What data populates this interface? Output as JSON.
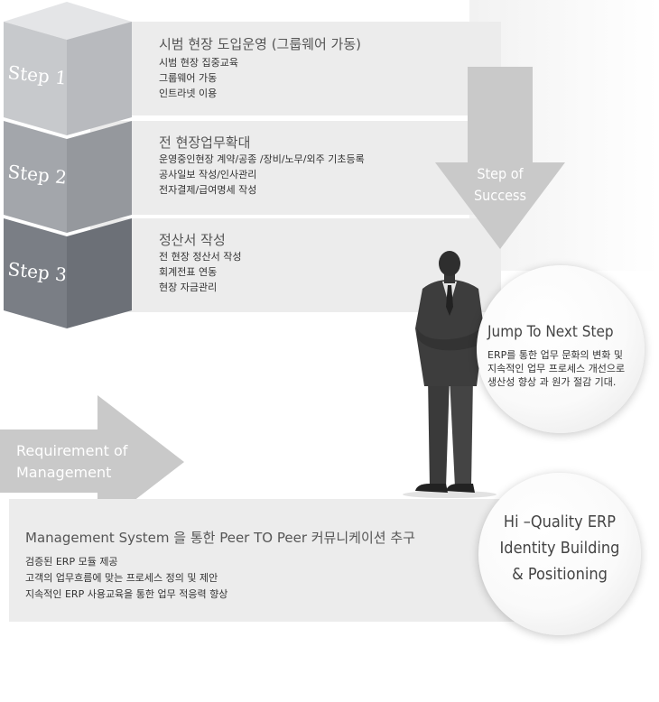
{
  "steps": [
    {
      "label": "Step 1",
      "title": "시범 현장 도입운영 (그룹웨어 가동)",
      "lines": [
        "시범 현장 집중교육",
        "그룹웨어  가동",
        "인트라넷 이용"
      ]
    },
    {
      "label": "Step 2",
      "title": "전 현장업무확대",
      "lines": [
        "운영중인현장 계약/공종 /장비/노무/외주 기초등록",
        "공사일보 작성/인사관리",
        "전자결제/급여명세 작성"
      ]
    },
    {
      "label": "Step 3",
      "title": "정산서 작성",
      "lines": [
        "전 현장 정산서 작성",
        "회계전표 연동",
        "현장 자금관리"
      ]
    }
  ],
  "success_arrow": {
    "line1": "Step of",
    "line2": "Success"
  },
  "jump": {
    "title": "Jump To Next Step",
    "lines": [
      "ERP를 통한 업무 문화의 변화 및",
      "지속적인 업무 프로세스 개선으로",
      "생산성 향상 과 원가 절감  기대."
    ]
  },
  "requirement": {
    "line1": "Requirement of",
    "line2": "Management"
  },
  "management": {
    "title": "Management System 을 통한  Peer TO Peer 커뮤니케이션  추구",
    "lines": [
      "검증된 ERP  모듈 제공",
      "고객의 업무흐름에 맞는 프로세스 정의 및 제안",
      "지속적인 ERP 사용교육을 통한 업무 적응력 향상"
    ]
  },
  "quality": {
    "lines": [
      "Hi –Quality ERP",
      "Identity Building",
      "& Positioning"
    ]
  },
  "colors": {
    "step1": "#c7c9cc",
    "step2": "#a3a6ab",
    "step3": "#7a7e85",
    "panel": "#ececec",
    "arrow": "#c9c9c9"
  }
}
